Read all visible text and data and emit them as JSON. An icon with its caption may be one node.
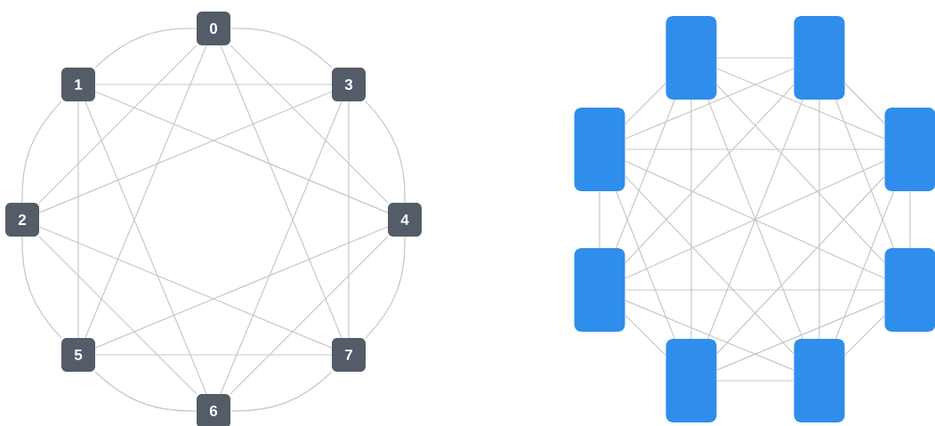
{
  "diagram": {
    "nodes": [
      {
        "text": [
          "0"
        ]
      },
      {
        "text": [
          "1"
        ]
      },
      {
        "text": [
          "3"
        ]
      },
      {
        "text": [
          "2"
        ]
      },
      {
        "text": [
          "4"
        ]
      },
      {
        "text": [
          "5"
        ]
      },
      {
        "text": [
          "7"
        ]
      },
      {
        "text": [
          "6"
        ]
      },
      {
        "text": [],
        "shape": "box"
      },
      {
        "text": [],
        "shape": "box"
      },
      {
        "text": [],
        "shape": "box"
      },
      {
        "text": [],
        "shape": "box"
      },
      {
        "text": [],
        "shape": "box"
      },
      {
        "text": [],
        "shape": "box"
      },
      {
        "text": [],
        "shape": "box"
      },
      {
        "text": [],
        "shape": "box"
      }
    ],
    "edges": [
      {
        "from": 0,
        "to": 2,
        "arrow": "none"
      },
      {
        "from": 2,
        "to": 4,
        "arrow": "none"
      },
      {
        "from": 4,
        "to": 6,
        "arrow": "none"
      },
      {
        "from": 6,
        "to": 7,
        "arrow": "none"
      },
      {
        "from": 7,
        "to": 5,
        "arrow": "none"
      },
      {
        "from": 5,
        "to": 3,
        "arrow": "none"
      },
      {
        "from": 3,
        "to": 1,
        "arrow": "none"
      },
      {
        "from": 1,
        "to": 0,
        "arrow": "none"
      },
      {
        "from": 1,
        "to": 2,
        "arrow": "none"
      },
      {
        "from": 1,
        "to": 5,
        "arrow": "none"
      },
      {
        "from": 2,
        "to": 6,
        "arrow": "none"
      },
      {
        "from": 5,
        "to": 6,
        "arrow": "none"
      },
      {
        "from": 1,
        "to": 4,
        "arrow": "none"
      },
      {
        "from": 1,
        "to": 7,
        "arrow": "none"
      },
      {
        "from": 0,
        "to": 3,
        "arrow": "none"
      },
      {
        "from": 0,
        "to": 5,
        "arrow": "none"
      },
      {
        "from": 0,
        "to": 6,
        "arrow": "none"
      },
      {
        "from": 0,
        "to": 4,
        "arrow": "none"
      },
      {
        "from": 2,
        "to": 3,
        "arrow": "none"
      },
      {
        "from": 2,
        "to": 7,
        "arrow": "none"
      },
      {
        "from": 3,
        "to": 6,
        "arrow": "none"
      },
      {
        "from": 3,
        "to": 7,
        "arrow": "none"
      },
      {
        "from": 4,
        "to": 5,
        "arrow": "none"
      },
      {
        "from": 4,
        "to": 7,
        "arrow": "none"
      },
      {
        "from": 8,
        "to": 9,
        "arrow": "none"
      },
      {
        "from": 8,
        "to": 10,
        "arrow": "none"
      },
      {
        "from": 8,
        "to": 11,
        "arrow": "none"
      },
      {
        "from": 8,
        "to": 12,
        "arrow": "none"
      },
      {
        "from": 8,
        "to": 13,
        "arrow": "none"
      },
      {
        "from": 8,
        "to": 14,
        "arrow": "none"
      },
      {
        "from": 8,
        "to": 15,
        "arrow": "none"
      },
      {
        "from": 9,
        "to": 10,
        "arrow": "none"
      },
      {
        "from": 9,
        "to": 11,
        "arrow": "none"
      },
      {
        "from": 9,
        "to": 12,
        "arrow": "none"
      },
      {
        "from": 9,
        "to": 13,
        "arrow": "none"
      },
      {
        "from": 9,
        "to": 14,
        "arrow": "none"
      },
      {
        "from": 9,
        "to": 15,
        "arrow": "none"
      },
      {
        "from": 10,
        "to": 11,
        "arrow": "none"
      },
      {
        "from": 10,
        "to": 12,
        "arrow": "none"
      },
      {
        "from": 10,
        "to": 13,
        "arrow": "none"
      },
      {
        "from": 10,
        "to": 14,
        "arrow": "none"
      },
      {
        "from": 10,
        "to": 15,
        "arrow": "none"
      },
      {
        "from": 11,
        "to": 12,
        "arrow": "none"
      },
      {
        "from": 11,
        "to": 13,
        "arrow": "none"
      },
      {
        "from": 11,
        "to": 14,
        "arrow": "none"
      },
      {
        "from": 11,
        "to": 15,
        "arrow": "none"
      },
      {
        "from": 12,
        "to": 13,
        "arrow": "none"
      },
      {
        "from": 12,
        "to": 14,
        "arrow": "none"
      },
      {
        "from": 12,
        "to": 15,
        "arrow": "none"
      },
      {
        "from": 13,
        "to": 14,
        "arrow": "none"
      },
      {
        "from": 13,
        "to": 15,
        "arrow": "none"
      },
      {
        "from": 14,
        "to": 15,
        "arrow": "none"
      }
    ]
  }
}
